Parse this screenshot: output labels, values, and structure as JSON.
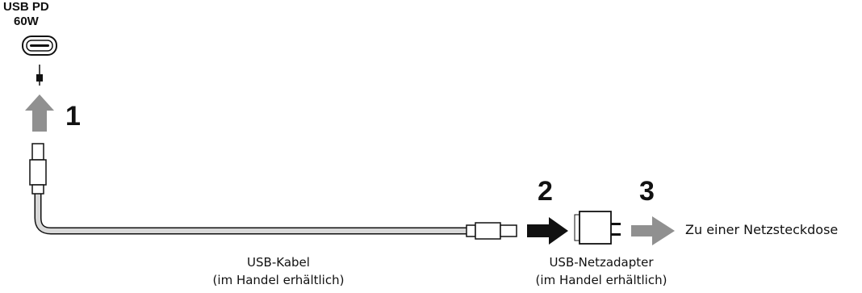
{
  "port": {
    "line1": "USB  PD",
    "line2": "60W"
  },
  "steps": {
    "step1": "1",
    "step2": "2",
    "step3": "3"
  },
  "cable": {
    "line1": "USB-Kabel",
    "line2": "(im Handel erhältlich)"
  },
  "adapter": {
    "line1": "USB-Netzadapter",
    "line2": "(im Handel erhältlich)"
  },
  "outlet_label": "Zu einer Netzsteckdose",
  "colors": {
    "arrow_grey": "#909090",
    "arrow_black": "#111111",
    "cable_grey": "#d8d8d8",
    "outline": "#111111"
  }
}
